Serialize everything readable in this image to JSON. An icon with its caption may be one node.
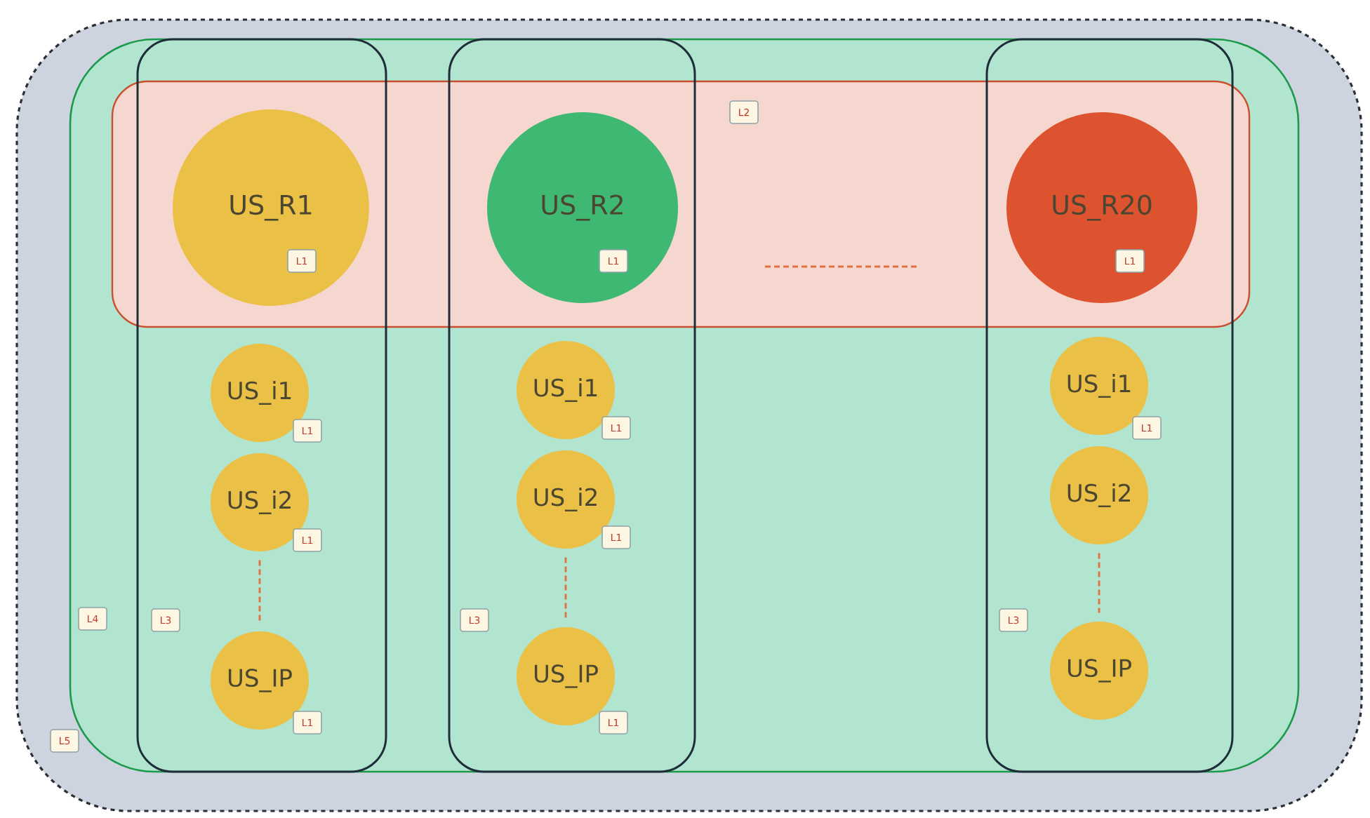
{
  "diagram": {
    "nodes": [
      {
        "text": [
          "L5"
        ]
      },
      {
        "text": [
          "L4"
        ],
        "in": 0
      },
      {
        "text": [
          "L2"
        ],
        "in": 1
      },
      {
        "text": [
          "L3"
        ],
        "in": 1
      },
      {
        "text": [
          "L3"
        ],
        "in": 1
      },
      {
        "text": [
          "L3"
        ],
        "in": 1
      },
      {
        "text": [
          "US_R1",
          "L1"
        ]
      },
      {
        "text": [
          "US_R2",
          "L1"
        ]
      },
      {
        "text": [
          "US_R20",
          "L1"
        ]
      },
      {
        "text": [
          "US_i1",
          "L1"
        ],
        "in": 3
      },
      {
        "text": [
          "US_i2",
          "L1"
        ],
        "in": 3
      },
      {
        "text": [
          "US_IP",
          "L1"
        ],
        "in": 3
      },
      {
        "text": [
          "US_i1",
          "L1"
        ],
        "in": 4
      },
      {
        "text": [
          "US_i2",
          "L1"
        ],
        "in": 4
      },
      {
        "text": [
          "US_IP",
          "L1"
        ],
        "in": 4
      },
      {
        "text": [
          "US_i1",
          "L1"
        ],
        "in": 5
      },
      {
        "text": [
          "US_i2"
        ],
        "in": 5
      },
      {
        "text": [
          "US_IP"
        ],
        "in": 5
      }
    ],
    "edges": [
      {
        "from": 10,
        "to": 11,
        "arrow": "none",
        "style": "dashed"
      },
      {
        "from": 13,
        "to": 14,
        "arrow": "none",
        "style": "dashed"
      },
      {
        "from": 16,
        "to": 17,
        "arrow": "none",
        "style": "dashed"
      }
    ]
  }
}
